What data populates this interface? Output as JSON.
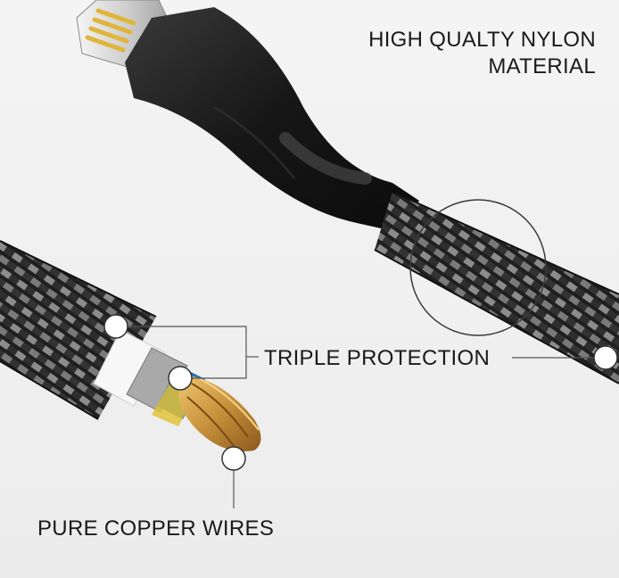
{
  "labels": {
    "nylon_line1": "HIGH QUALTY NYLON",
    "nylon_line2": "MATERIAL",
    "triple": "TRIPLE PROTECTION",
    "copper": "PURE COPPER WIRES"
  },
  "colors": {
    "background": "#f0f0f0",
    "housing": "#1c1c1c",
    "braid_dark": "#222222",
    "braid_light": "#9a9a9a",
    "copper": "#c8963c",
    "connector_metal": "#d9d9d9",
    "callout_line": "#555555"
  },
  "icons": {
    "callout_marker": "white-circle"
  }
}
